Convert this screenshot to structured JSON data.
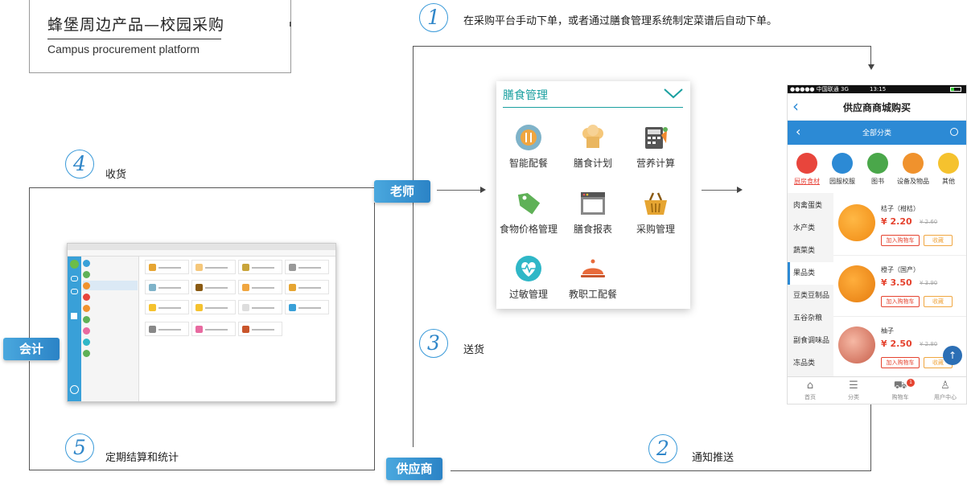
{
  "title": {
    "cn": "蜂堡周边产品—校园采购",
    "en": "Campus procurement platform"
  },
  "steps": [
    {
      "num": "1",
      "text": "在采购平台手动下单，或者通过膳食管理系统制定菜谱后自动下单。"
    },
    {
      "num": "2",
      "text": "通知推送"
    },
    {
      "num": "3",
      "text": "送货"
    },
    {
      "num": "4",
      "text": "收货"
    },
    {
      "num": "5",
      "text": "定期结算和统计"
    }
  ],
  "roles": {
    "teacher": "老师",
    "accountant": "会计",
    "supplier": "供应商"
  },
  "menu": {
    "title": "膳食管理",
    "items": [
      {
        "label": "智能配餐",
        "icon": "plate-icon",
        "color": "#f0a640"
      },
      {
        "label": "膳食计划",
        "icon": "chef-hat-icon",
        "color": "#f5c77a"
      },
      {
        "label": "营养计算",
        "icon": "calculator-icon",
        "color": "#555555"
      },
      {
        "label": "食物价格管理",
        "icon": "price-tag-icon",
        "color": "#5fb157"
      },
      {
        "label": "膳食报表",
        "icon": "report-icon",
        "color": "#888888"
      },
      {
        "label": "采购管理",
        "icon": "basket-icon",
        "color": "#e6a532"
      },
      {
        "label": "过敏管理",
        "icon": "heartbeat-icon",
        "color": "#2fb7c7"
      },
      {
        "label": "教职工配餐",
        "icon": "cloche-icon",
        "color": "#e86a3a"
      }
    ]
  },
  "phone": {
    "title": "供应商商城购买",
    "category_bar": "全部分类",
    "status_left": "●●●●● 中国联通  3G",
    "status_time": "13:15",
    "categories": [
      {
        "label": "厨房食材",
        "color": "#e8453c"
      },
      {
        "label": "园服校服",
        "color": "#2c8ad5"
      },
      {
        "label": "图书",
        "color": "#4aa74a"
      },
      {
        "label": "设备及物品",
        "color": "#f0922d"
      },
      {
        "label": "其他",
        "color": "#f5c22e"
      }
    ],
    "left_menu": [
      "肉禽蛋类",
      "水产类",
      "蔬菜类",
      "果品类",
      "豆类豆制品",
      "五谷杂粮",
      "副食调味品",
      "冻品类"
    ],
    "products": [
      {
        "name": "桔子（柑桔）",
        "price": "¥ 2.20",
        "old": "¥ 2.60",
        "add": "加入购物车",
        "fav": "收藏",
        "color": "#f39a1c"
      },
      {
        "name": "橙子（国产）",
        "price": "¥ 3.50",
        "old": "¥ 3.90",
        "add": "加入购物车",
        "fav": "收藏",
        "color": "#f28a13"
      },
      {
        "name": "柚子",
        "price": "¥ 2.50",
        "old": "¥ 2.80",
        "add": "加入购物车",
        "fav": "收藏",
        "color": "#e9a08c"
      }
    ],
    "tabs": [
      "首页",
      "分类",
      "购物车",
      "用户中心"
    ],
    "cart_badge": "1"
  }
}
